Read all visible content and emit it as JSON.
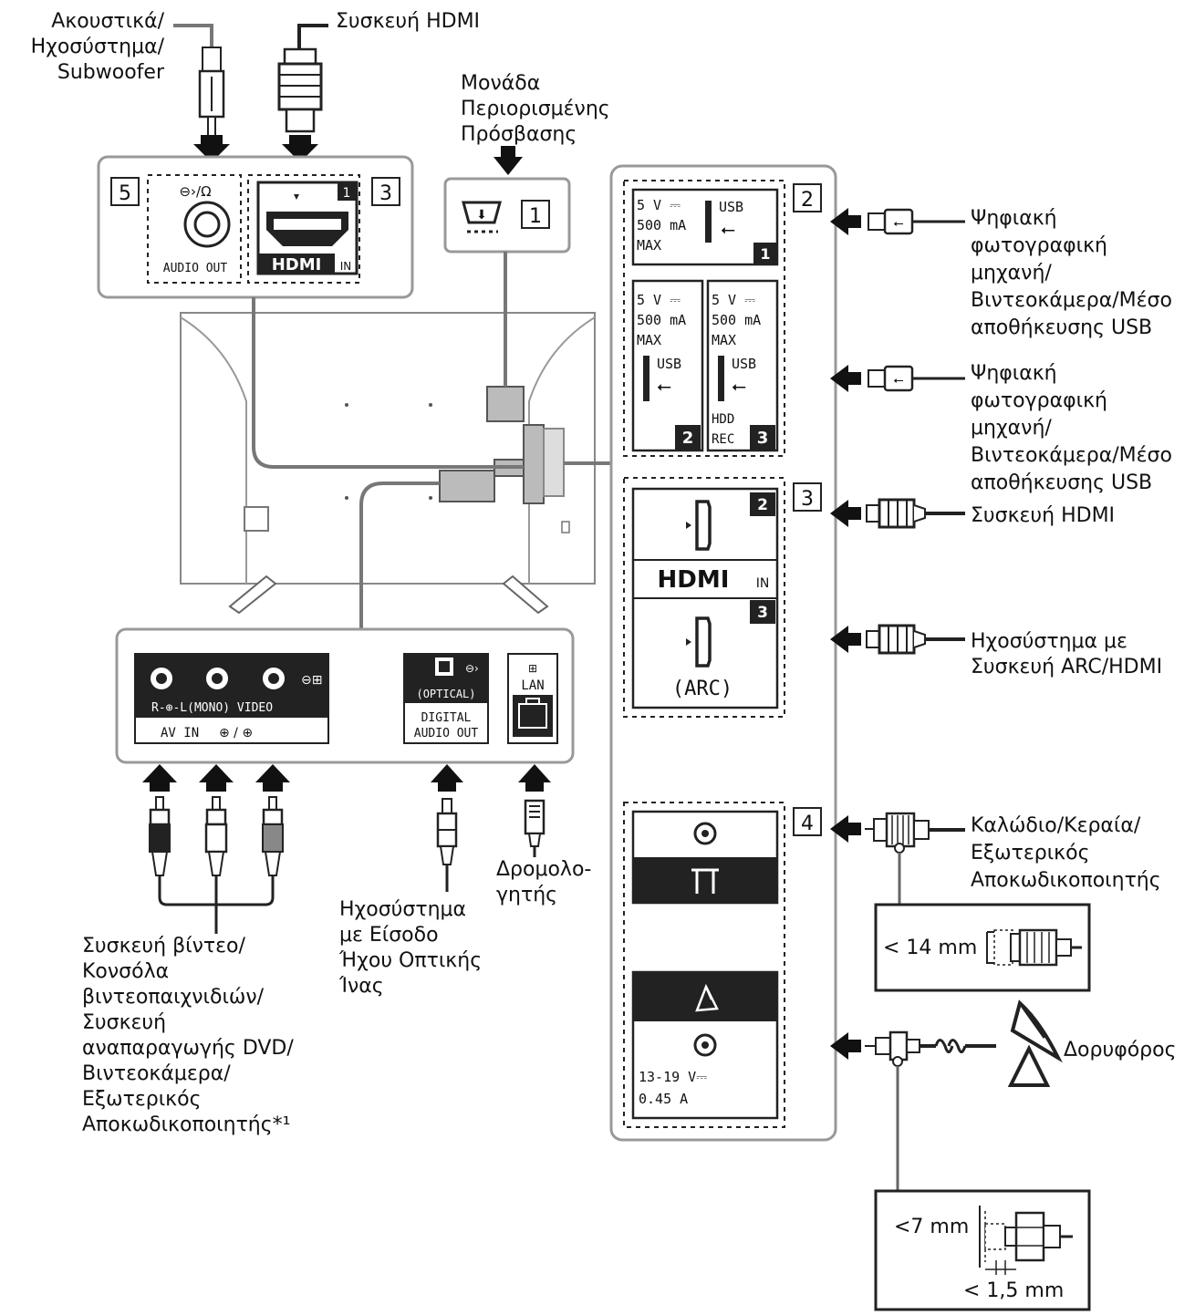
{
  "labels": {
    "headphones": [
      "Ακουστικά/",
      "Ηχοσύστημα/",
      "Subwoofer"
    ],
    "hdmi_top": "Συσκευή HDMI",
    "cam": [
      "Μονάδα",
      "Περιορισμένης",
      "Πρόσβασης"
    ],
    "usb1": [
      "Ψηφιακή",
      "φωτογραφική",
      "μηχανή/",
      "Βιντεοκάμερα/Μέσο",
      "αποθήκευσης USB"
    ],
    "usb2": [
      "Ψηφιακή",
      "φωτογραφική",
      "μηχανή/",
      "Βιντεοκάμερα/Μέσο",
      "αποθήκευσης USB"
    ],
    "hdmi_right": "Συσκευή HDMI",
    "arc": [
      "Ηχοσύστημα με",
      "Συσκευή ARC/HDMI"
    ],
    "antenna": [
      "Καλώδιο/Κεραία/",
      "Εξωτερικός",
      "Αποκωδικοποιητής"
    ],
    "satellite": "Δορυφόρος",
    "router": [
      "Δρομολο-",
      "γητής"
    ],
    "optical": [
      "Ηχοσύστημα",
      "με Είσοδο",
      "Ήχου Οπτικής",
      "Ίνας"
    ],
    "video_devices": [
      "Συσκευή βίντεο/",
      "Κονσόλα",
      "βιντεοπαιχνιδιών/",
      "Συσκευή",
      "αναπαραγωγής DVD/",
      "Βιντεοκάμερα/",
      "Εξωτερικός",
      "Αποκωδικοποιητής*¹"
    ]
  },
  "panel_numbers": {
    "n1": "1",
    "n2": "2",
    "n3a": "3",
    "n3b": "3",
    "n4": "4",
    "n5": "5"
  },
  "ports": {
    "audio_out": "AUDIO OUT",
    "hdmi_logo": "HDMI",
    "in": "IN",
    "usb": "USB",
    "power_5v": "5 V ⎓",
    "current": "500 mA",
    "max": "MAX",
    "hdd": "HDD",
    "rec": "REC",
    "arc": "(ARC)",
    "av_labels": "R-⊕-L(MONO)  VIDEO",
    "av_in": "AV IN",
    "optical": "(OPTICAL)",
    "digital": "DIGITAL",
    "audio_out2": "AUDIO OUT",
    "lan": "LAN",
    "sat_volt": "13-19 V⎓",
    "sat_amp": "0.45 A",
    "badge1": "1",
    "badge2": "2",
    "badge3": "3",
    "hdmi2": "2",
    "hdmi3": "3"
  },
  "dimensions": {
    "d14": "< 14 mm",
    "d7": "<7 mm",
    "d15": "< 1,5 mm"
  },
  "icons": [
    "headphone-jack-icon",
    "hdmi-plug-icon",
    "usb-plug-icon",
    "rca-plug-icon",
    "optical-plug-icon",
    "lan-plug-icon",
    "coax-plug-icon",
    "satellite-dish-icon",
    "antenna-port-icon"
  ]
}
